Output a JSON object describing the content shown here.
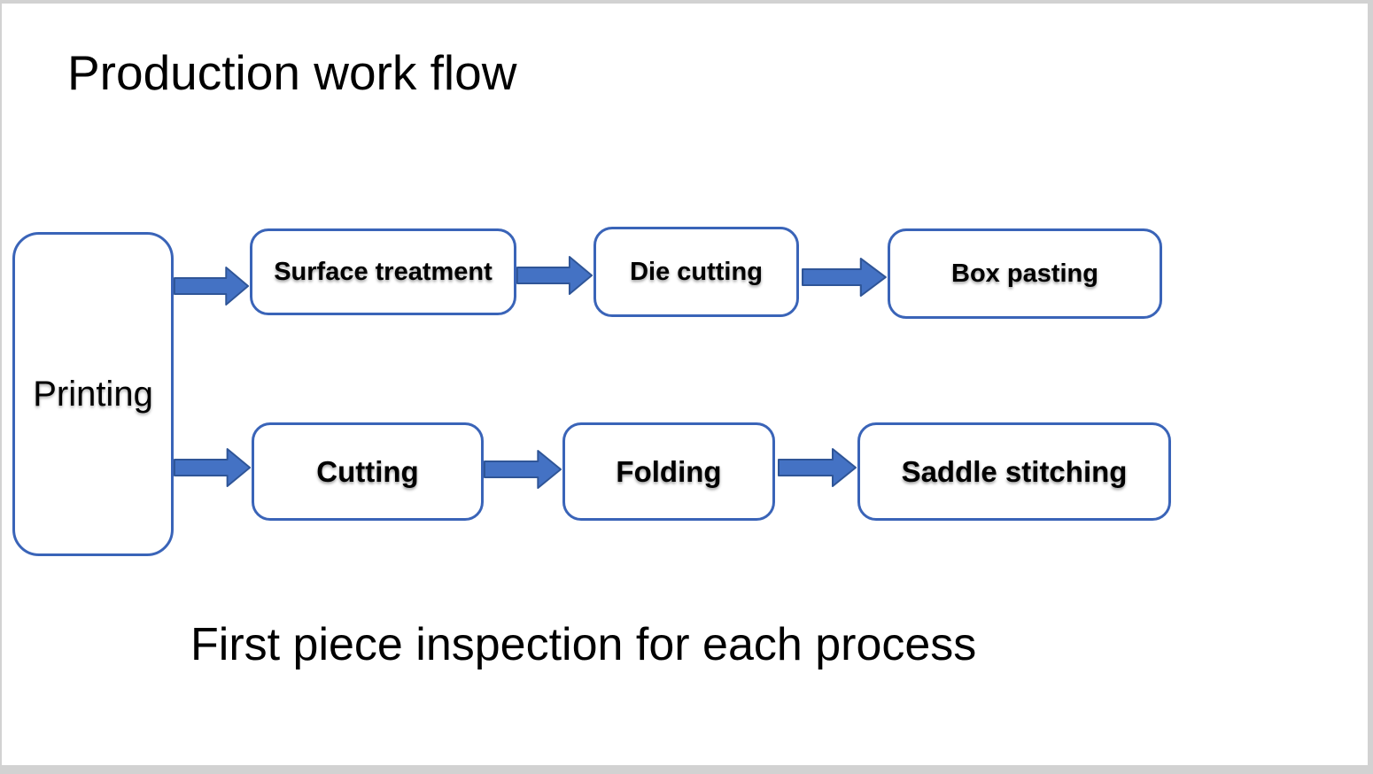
{
  "page": {
    "title": "Production work flow",
    "footer": "First piece inspection for each process"
  },
  "colors": {
    "arrow_fill": "#4472C4",
    "arrow_stroke": "#2F5597",
    "box_border": "#3A64B8",
    "text": "#000000",
    "slide_background": "#FFFFFF",
    "frame_background": "#D2D2D2"
  },
  "flow": {
    "source": {
      "label": "Printing"
    },
    "branches": [
      {
        "steps": [
          "Surface treatment",
          "Die cutting",
          "Box pasting"
        ]
      },
      {
        "steps": [
          "Cutting",
          "Folding",
          "Saddle stitching"
        ]
      }
    ],
    "connectors": [
      {
        "from": "Printing",
        "to": "Surface treatment"
      },
      {
        "from": "Surface treatment",
        "to": "Die cutting"
      },
      {
        "from": "Die cutting",
        "to": "Box pasting"
      },
      {
        "from": "Printing",
        "to": "Cutting"
      },
      {
        "from": "Cutting",
        "to": "Folding"
      },
      {
        "from": "Folding",
        "to": "Saddle stitching"
      }
    ]
  }
}
